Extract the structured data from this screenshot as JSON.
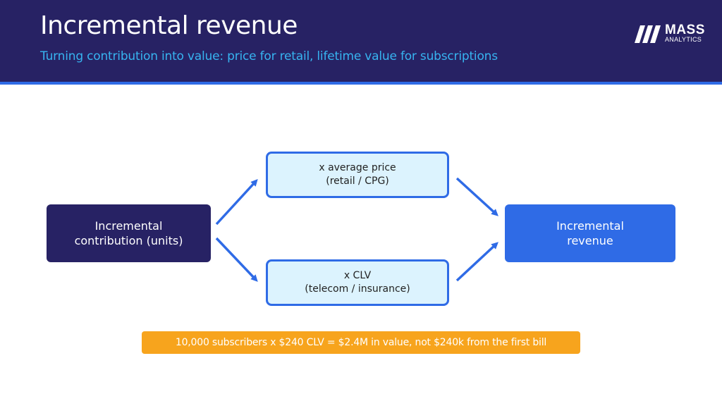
{
  "header": {
    "title": "Incremental revenue",
    "subtitle": "Turning contribution into value: price for retail, lifetime value for subscriptions"
  },
  "logo": {
    "word": "MASS",
    "sub": "ANALYTICS"
  },
  "diagram": {
    "input": {
      "line1": "Incremental",
      "line2": "contribution (units)"
    },
    "price_branch": {
      "line1": "x average price",
      "line2": "(retail / CPG)"
    },
    "clv_branch": {
      "line1": "x CLV",
      "line2": "(telecom / insurance)"
    },
    "output": {
      "line1": "Incremental",
      "line2": "revenue"
    }
  },
  "callout": {
    "text": "10,000 subscribers x $240 CLV = $2.4M in value, not $240k from the first bill"
  },
  "colors": {
    "header_bg": "#272264",
    "accent_blue": "#2f6be6",
    "subtitle_cyan": "#37b4f0",
    "box_fill": "#dcf3fe",
    "callout_orange": "#f7a41d"
  }
}
